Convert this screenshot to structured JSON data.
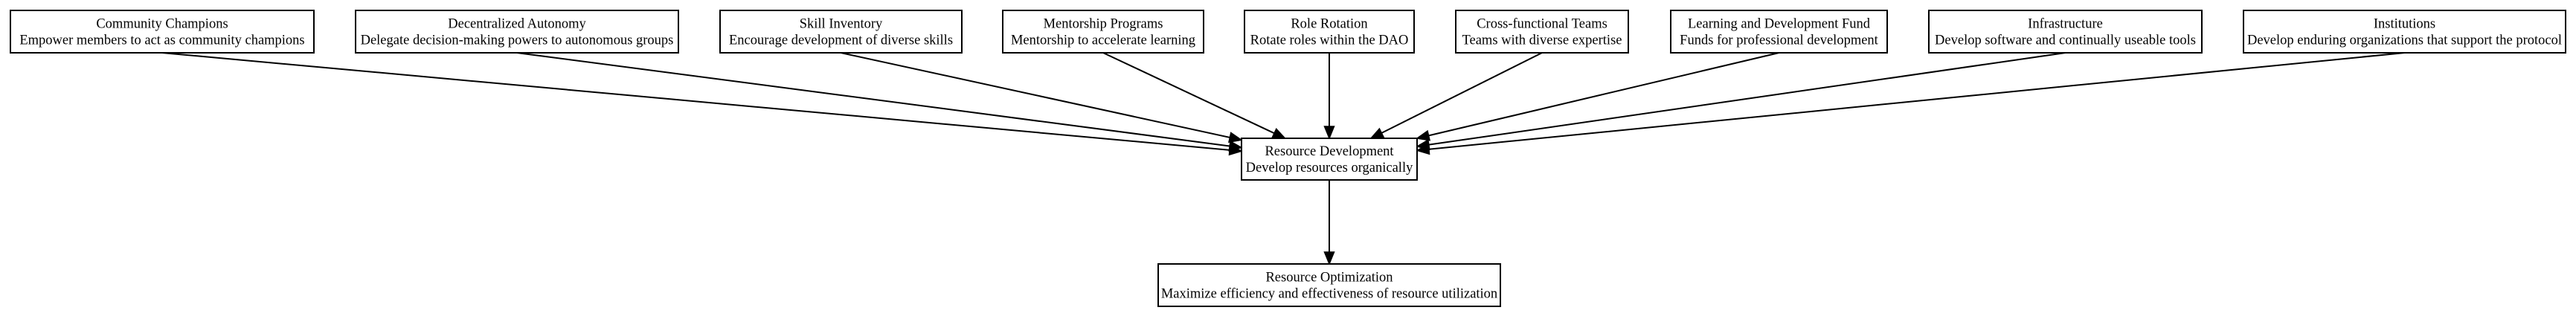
{
  "nodes": [
    {
      "id": "community-champions",
      "title": "Community Champions",
      "subtitle": "Empower members to act as community champions"
    },
    {
      "id": "decentralized-autonomy",
      "title": "Decentralized Autonomy",
      "subtitle": "Delegate decision-making powers to autonomous groups"
    },
    {
      "id": "skill-inventory",
      "title": "Skill Inventory",
      "subtitle": "Encourage development of diverse skills"
    },
    {
      "id": "mentorship-programs",
      "title": "Mentorship Programs",
      "subtitle": "Mentorship to accelerate learning"
    },
    {
      "id": "role-rotation",
      "title": "Role Rotation",
      "subtitle": "Rotate roles within the DAO"
    },
    {
      "id": "cross-functional-teams",
      "title": "Cross-functional Teams",
      "subtitle": "Teams with diverse expertise"
    },
    {
      "id": "learning-development-fund",
      "title": "Learning and Development Fund",
      "subtitle": "Funds for professional development"
    },
    {
      "id": "infrastructure",
      "title": "Infrastructure",
      "subtitle": "Develop software and continually useable tools"
    },
    {
      "id": "institutions",
      "title": "Institutions",
      "subtitle": "Develop enduring organizations that support the protocol"
    },
    {
      "id": "resource-development",
      "title": "Resource Development",
      "subtitle": "Develop resources organically"
    },
    {
      "id": "resource-optimization",
      "title": "Resource Optimization",
      "subtitle": "Maximize efficiency and effectiveness of resource utilization"
    }
  ],
  "edges": [
    {
      "from": "community-champions",
      "to": "resource-development"
    },
    {
      "from": "decentralized-autonomy",
      "to": "resource-development"
    },
    {
      "from": "skill-inventory",
      "to": "resource-development"
    },
    {
      "from": "mentorship-programs",
      "to": "resource-development"
    },
    {
      "from": "role-rotation",
      "to": "resource-development"
    },
    {
      "from": "cross-functional-teams",
      "to": "resource-development"
    },
    {
      "from": "learning-development-fund",
      "to": "resource-development"
    },
    {
      "from": "infrastructure",
      "to": "resource-development"
    },
    {
      "from": "institutions",
      "to": "resource-development"
    },
    {
      "from": "resource-development",
      "to": "resource-optimization"
    }
  ]
}
